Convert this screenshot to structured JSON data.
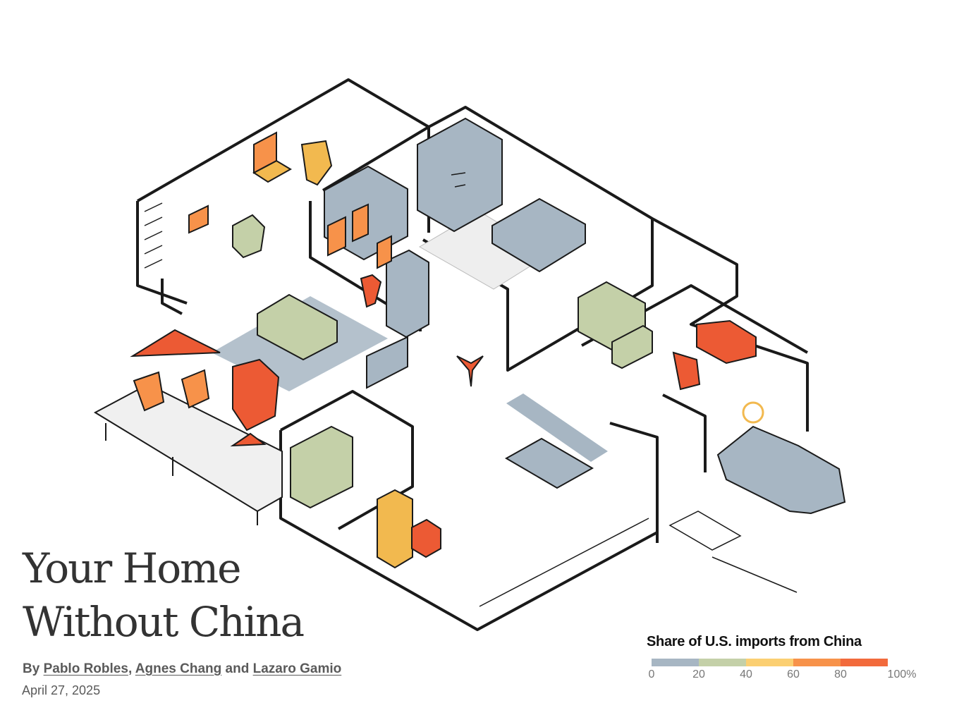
{
  "article": {
    "headline_line1": "Your Home",
    "headline_line2": "Without China",
    "byline": {
      "prefix": "By",
      "author1": "Pablo Robles",
      "sep1": ",",
      "author2": "Agnes Chang",
      "conj": "and",
      "author3": "Lazaro Gamio"
    },
    "date": "April 27, 2025"
  },
  "legend": {
    "title": "Share of U.S. imports from China",
    "ticks": [
      "0",
      "20",
      "40",
      "60",
      "80",
      "100%"
    ],
    "colors": [
      "#a7b6c3",
      "#c4d0a8",
      "#fbcf72",
      "#f7924a",
      "#f26a3c"
    ]
  },
  "palette": {
    "line": "#1a1a1a",
    "blue_gray": "#a7b6c3",
    "green": "#c4d0a8",
    "yellow": "#f2b94f",
    "orange": "#f7924a",
    "red": "#ec5a34"
  }
}
